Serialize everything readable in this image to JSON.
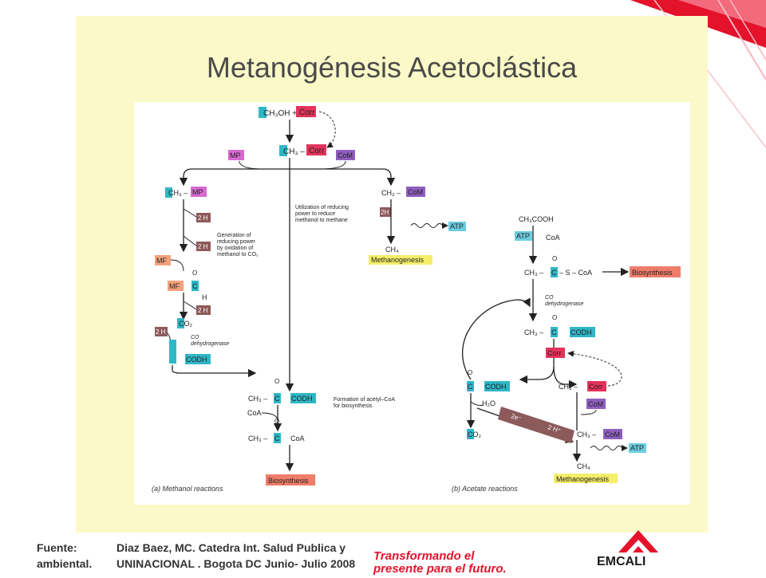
{
  "slide": {
    "title": "Metanogénesis Acetoclástica",
    "footer": {
      "label_1": "Fuente:",
      "label_2": "ambiental.",
      "text_1": "Diaz Baez, MC. Catedra Int. Salud Publica y",
      "text_2": "UNINACIONAL . Bogota DC Junio- Julio 2008"
    },
    "slogan": {
      "line_1": "Transformando el",
      "line_2": "presente para el futuro."
    },
    "logo": "EMCALI",
    "colors": {
      "brand_red": "#e4122b",
      "panel": "#fbf9c7"
    }
  },
  "diagram": {
    "left": {
      "ch3oh": "CH₃OH +",
      "corr": "Corr",
      "ch3": "CH₃ –",
      "mp": "MP",
      "com": "CoM",
      "ch3_mp": "CH₃ –",
      "two_h": "2 H",
      "generation_note": [
        "Generation of",
        "reducing power",
        "by oxidation of",
        "methanol to CO₂"
      ],
      "utilization_note": [
        "Utilization of reducing",
        "power to reduce",
        "methanol to methane"
      ],
      "mf": "MF",
      "h": "H",
      "co2": "CO₂",
      "codh_note": [
        "CO",
        "dehydrogenase"
      ],
      "codh": "CODH",
      "two_h_plain": "2H",
      "ch3_com": "CH₃ –",
      "atp": "ATP",
      "ch4": "CH₄",
      "methanogenesis": "Methanogenesis",
      "acetyl_note": [
        "Formation of acetyl–CoA",
        "for biosynthesis"
      ],
      "coa": "CoA",
      "ch3_c": "CH₃ –",
      "c": "C",
      "o": "O",
      "biosynthesis": "Biosynthesis",
      "caption": "(a) Methanol reactions"
    },
    "right": {
      "acetate": "CH₃COOH",
      "atp": "ATP",
      "coa": "CoA",
      "ch3": "CH₃ –",
      "s_coa": "– S – CoA",
      "c": "C",
      "o": "O",
      "biosynthesis": "Biosynthesis",
      "codh_note": [
        "CO",
        "dehydrogenase"
      ],
      "codh": "CODH",
      "corr": "Corr",
      "com": "CoM",
      "h2o": "H₂O",
      "co2": "CO₂",
      "two_e": "2e⁻",
      "two_hp": "2 H⁺",
      "ch4": "CH₄",
      "methanogenesis": "Methanogenesis",
      "caption": "(b) Acetate reactions"
    },
    "colors": {
      "cyan": "#2fb7c6",
      "corr_red": "#e2335a",
      "purple": "#8f5fbf",
      "orange": "#f4a27e",
      "yellow": "#f6ee6a",
      "salmon": "#ef7d6a",
      "brown": "#8c5a5a",
      "magenta": "#d86ad1",
      "atp_blue": "#6ccde0"
    }
  }
}
